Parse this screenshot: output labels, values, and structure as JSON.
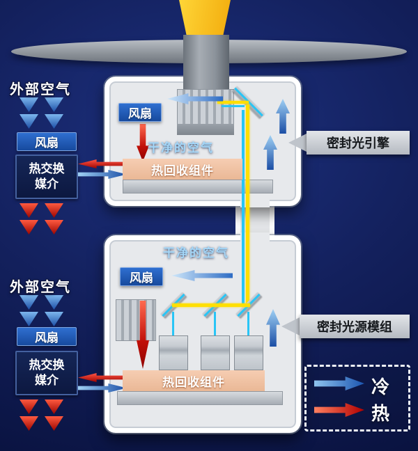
{
  "labels": {
    "external_air": "外部空气",
    "fan": "风扇",
    "heat_exchange_medium_line1": "热交换",
    "heat_exchange_medium_line2": "媒介",
    "clean_air": "干净的空气",
    "heat_recovery_unit": "热回收组件",
    "sealed_light_engine": "密封光引擎",
    "sealed_light_source_module": "密封光源模组"
  },
  "legend": {
    "cold": "冷",
    "hot": "热"
  },
  "colors": {
    "background_deep_blue": "#13205c",
    "cold_blue": "#2b6cc8",
    "hot_red": "#cf1410",
    "beam_yellow": "#ffc10a",
    "light_path_yellow": "#ffdf00",
    "light_path_cyan": "#29c5f6",
    "heat_recovery_salmon": "#f2c3a6",
    "chamber_white": "#ffffff",
    "metal_gray": "#b9bfc7"
  }
}
